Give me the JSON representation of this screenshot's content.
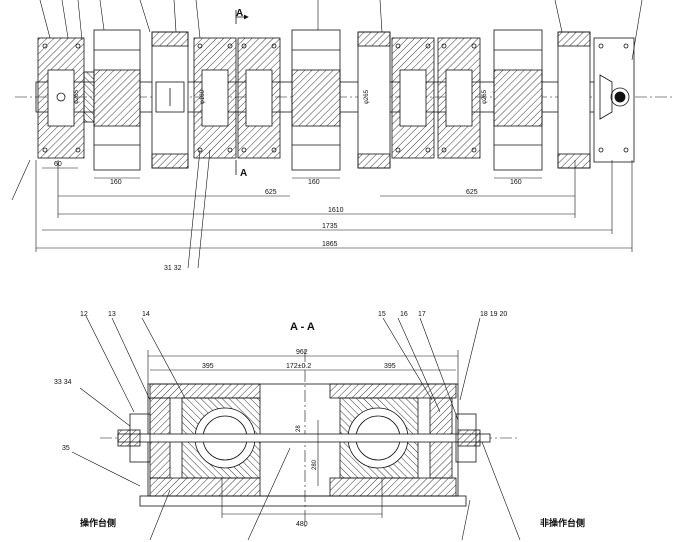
{
  "top_view": {
    "section_mark": "A",
    "dims": {
      "d60": "60",
      "d160_a": "160",
      "d160_b": "160",
      "d160_c": "160",
      "d625_a": "625",
      "d625_b": "625",
      "d1610": "1610",
      "d1735": "1735",
      "d1865": "1865"
    },
    "diam_labels": [
      "φ265",
      "φ180",
      "φ265",
      "φ265"
    ],
    "part_refs": "31  32"
  },
  "section_view": {
    "title": "A - A",
    "dims": {
      "d962": "962",
      "d395_l": "395",
      "d395_r": "395",
      "d172": "172±0.2",
      "d480": "480",
      "d28": "28",
      "d280": "280"
    },
    "part_labels": {
      "p12": "12",
      "p13": "13",
      "p14": "14",
      "p15": "15",
      "p16": "16",
      "p17": "17",
      "p181920": "18 19 20",
      "p3334": "33 34",
      "p35": "35"
    },
    "side_left": "操作台侧",
    "side_right": "非操作台侧"
  }
}
